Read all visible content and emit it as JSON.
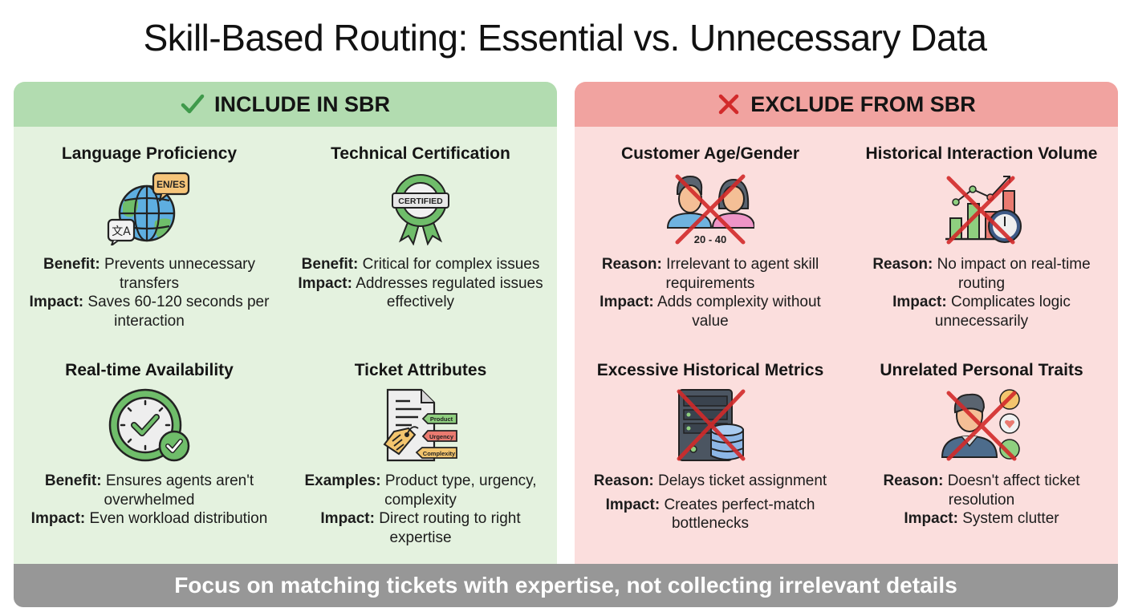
{
  "title": "Skill-Based Routing: Essential vs. Unnecessary Data",
  "colors": {
    "include_header": "#b2dcb0",
    "include_body": "#e4f2df",
    "include_accent": "#3f9a4b",
    "exclude_header": "#f1a3a0",
    "exclude_body": "#fbdedd",
    "exclude_accent": "#d22a2a",
    "footer": "#979797"
  },
  "include": {
    "header": "INCLUDE IN SBR",
    "header_icon": "check-icon",
    "cards": [
      {
        "title": "Language Proficiency",
        "icon": "globe-translate-icon",
        "icon_label": "EN/ES",
        "lines": [
          {
            "label": "Benefit:",
            "text": "Prevents unnecessary transfers"
          },
          {
            "label": "Impact:",
            "text": "Saves 60-120 seconds per interaction"
          }
        ]
      },
      {
        "title": "Technical Certification",
        "icon": "certified-badge-icon",
        "icon_label": "CERTIFIED",
        "lines": [
          {
            "label": "Benefit:",
            "text": "Critical for complex issues"
          },
          {
            "label": "Impact:",
            "text": "Addresses regulated issues effectively"
          }
        ]
      },
      {
        "title": "Real-time Availability",
        "icon": "clock-check-icon",
        "lines": [
          {
            "label": "Benefit:",
            "text": "Ensures agents aren't overwhelmed"
          },
          {
            "label": "Impact:",
            "text": "Even workload distribution"
          }
        ]
      },
      {
        "title": "Ticket Attributes",
        "icon": "document-tags-icon",
        "icon_tags": [
          "Product",
          "Urgency",
          "Complexity"
        ],
        "lines": [
          {
            "label": "Examples:",
            "text": "Product type, urgency, complexity"
          },
          {
            "label": "Impact:",
            "text": "Direct routing to right expertise"
          }
        ]
      }
    ]
  },
  "exclude": {
    "header": "EXCLUDE FROM SBR",
    "header_icon": "x-icon",
    "cards": [
      {
        "title": "Customer Age/Gender",
        "icon": "people-crossed-icon",
        "icon_label": "20 - 40",
        "lines": [
          {
            "label": "Reason:",
            "text": "Irrelevant to agent skill requirements"
          },
          {
            "label": "Impact:",
            "text": "Adds complexity without value"
          }
        ]
      },
      {
        "title": "Historical Interaction Volume",
        "icon": "chart-clock-crossed-icon",
        "lines": [
          {
            "label": "Reason:",
            "text": "No impact on real-time routing"
          },
          {
            "label": "Impact:",
            "text": "Complicates logic unnecessarily"
          }
        ]
      },
      {
        "title": "Excessive Historical Metrics",
        "icon": "server-database-crossed-icon",
        "lines": [
          {
            "label": "Reason:",
            "text": "Delays ticket assignment"
          },
          {
            "label": "Impact:",
            "text": "Creates perfect-match bottlenecks"
          }
        ]
      },
      {
        "title": "Unrelated Personal Traits",
        "icon": "person-traits-crossed-icon",
        "lines": [
          {
            "label": "Reason:",
            "text": "Doesn't affect ticket resolution"
          },
          {
            "label": "Impact:",
            "text": "System clutter"
          }
        ]
      }
    ]
  },
  "footer": "Focus on matching tickets with expertise, not collecting irrelevant details"
}
